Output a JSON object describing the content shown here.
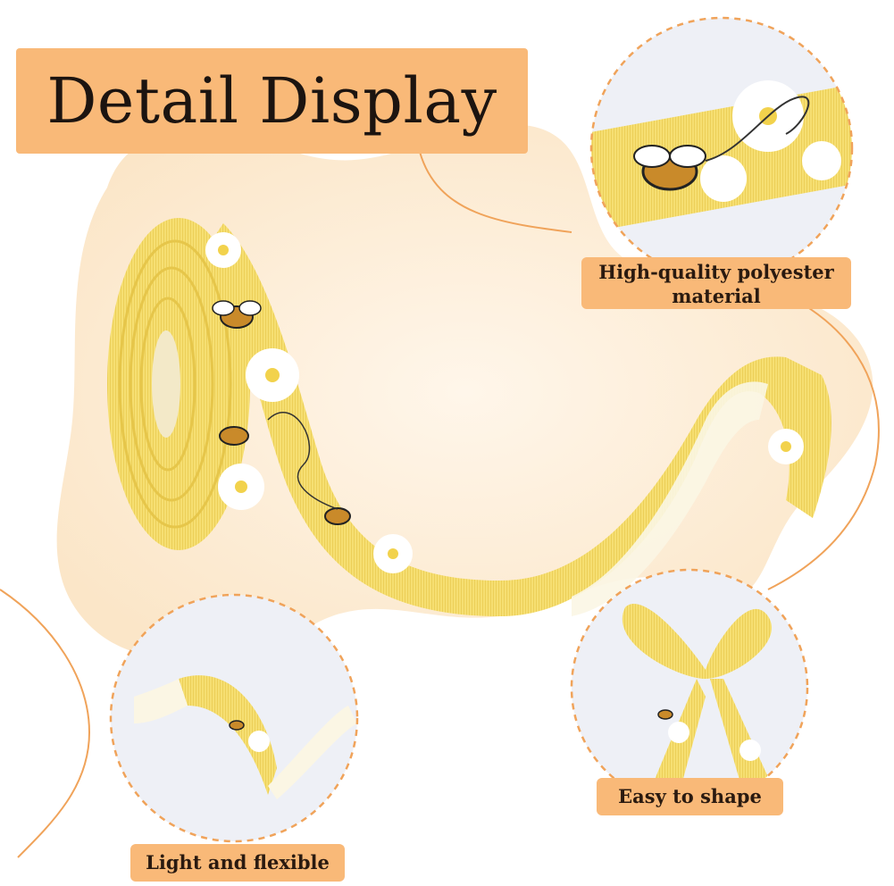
{
  "title": "Detail Display",
  "labels": {
    "material_line1": "High-quality polyester",
    "material_line2": "material",
    "shape": "Easy to shape",
    "light": "Light and flexible"
  },
  "colors": {
    "accent_orange": "#f9b978",
    "outline_orange": "#f0a35a",
    "ribbon_yellow": "#f7e27a",
    "daisy_white": "#ffffff",
    "blob_cream": "#fdf0dc"
  },
  "icons": [
    "bee-icon",
    "daisy-icon"
  ]
}
